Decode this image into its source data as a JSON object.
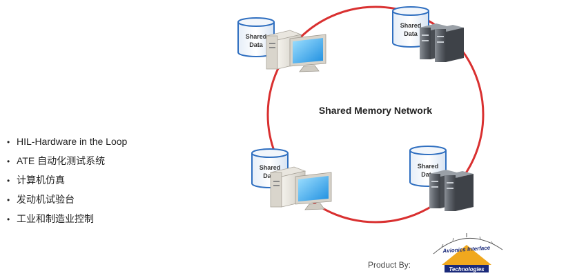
{
  "diagram": {
    "center_label": "Shared Memory Network",
    "nodes": [
      {
        "storage_label_line1": "Shared",
        "storage_label_line2": "Data",
        "device": "desktop-pc"
      },
      {
        "storage_label_line1": "Shared",
        "storage_label_line2": "Data",
        "device": "server"
      },
      {
        "storage_label_line1": "Shared",
        "storage_label_line2": "Data",
        "device": "desktop-pc"
      },
      {
        "storage_label_line1": "Shared",
        "storage_label_line2": "Data",
        "device": "server"
      }
    ],
    "ring_color": "#d93030"
  },
  "bullets": [
    "HIL-Hardware in the Loop",
    "ATE 自动化测试系统",
    "计算机仿真",
    "发动机试验台",
    "工业和制造业控制"
  ],
  "footer": {
    "product_by": "Product By:",
    "logo_top": "Avionics Interface",
    "logo_bottom": "Technologies"
  }
}
